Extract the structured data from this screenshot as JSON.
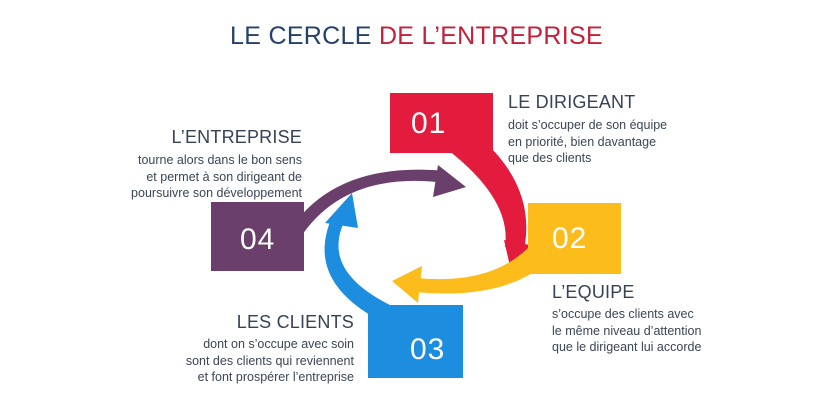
{
  "title": {
    "part1": "LE CERCLE ",
    "part2": "DE L’ENTREPRISE"
  },
  "colors": {
    "title_dark": "#24406b",
    "title_red": "#c4203a",
    "step1": "#e31b3d",
    "step2": "#fcbc1c",
    "step3": "#1d8de0",
    "step4": "#6b3f6c"
  },
  "steps": [
    {
      "number": "01",
      "title": "LE DIRIGEANT",
      "text": "doit s’occuper de son équipe\nen priorité, bien davantage\nque des clients"
    },
    {
      "number": "02",
      "title": "L’EQUIPE",
      "text": "s’occupe des clients avec\nle même niveau d’attention\nque le dirigeant lui accorde"
    },
    {
      "number": "03",
      "title": "LES CLIENTS",
      "text": "dont on s’occupe avec soin\nsont des clients qui reviennent\net font prospérer l’entreprise"
    },
    {
      "number": "04",
      "title": "L’ENTREPRISE",
      "text": "tourne alors dans le bon sens\net permet à son dirigeant de\npoursuivre son développement"
    }
  ]
}
